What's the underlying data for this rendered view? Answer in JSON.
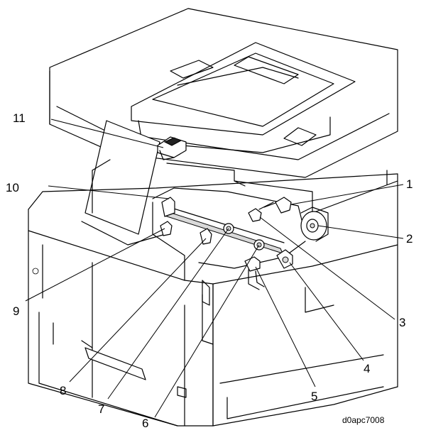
{
  "figure": {
    "code": "d0apc7008"
  },
  "callouts": [
    {
      "id": "1",
      "label": "1"
    },
    {
      "id": "2",
      "label": "2"
    },
    {
      "id": "3",
      "label": "3"
    },
    {
      "id": "4",
      "label": "4"
    },
    {
      "id": "5",
      "label": "5"
    },
    {
      "id": "6",
      "label": "6"
    },
    {
      "id": "7",
      "label": "7"
    },
    {
      "id": "8",
      "label": "8"
    },
    {
      "id": "9",
      "label": "9"
    },
    {
      "id": "10",
      "label": "10"
    },
    {
      "id": "11",
      "label": "11"
    }
  ]
}
